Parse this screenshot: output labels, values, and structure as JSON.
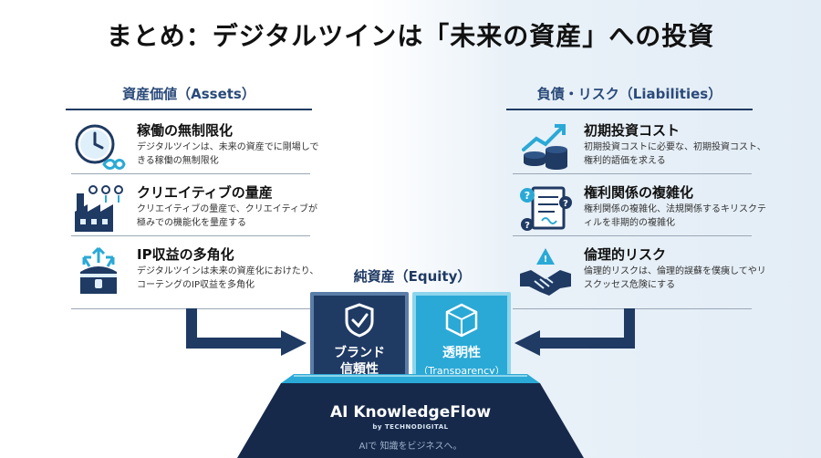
{
  "title": "まとめ：デジタルツインは「未来の資産」への投資",
  "assets": {
    "heading": "資産価値（Assets）",
    "items": [
      {
        "icon": "clock-infinity-icon",
        "title": "稼働の無制限化",
        "desc": "デジタルツインは、未来の資産でに剛場しできる稼働の無制限化"
      },
      {
        "icon": "factory-icon",
        "title": "クリエイティブの量産",
        "desc": "クリエイティブの量産で、クリエイティブが極みでの機能化を量産する"
      },
      {
        "icon": "treasure-chest-icon",
        "title": "IP収益の多角化",
        "desc": "デジタルツインは未来の資産化におけたり、コーテングのIP収益を多角化"
      }
    ]
  },
  "liabilities": {
    "heading": "負債・リスク（Liabilities）",
    "items": [
      {
        "icon": "investment-coins-icon",
        "title": "初期投資コスト",
        "desc": "初期投資コストに必要な、初期投資コスト、権利的語価を求える"
      },
      {
        "icon": "contract-question-icon",
        "title": "権利関係の複雑化",
        "desc": "権利関係の複雑化、法規関係するキリスクティルを非期的の複雑化"
      },
      {
        "icon": "handshake-warning-icon",
        "title": "倫理的リスク",
        "desc": "倫理的リスクは、倫理的誤蘇を僕痍してやリスクッセス危険にする"
      }
    ]
  },
  "equity": {
    "label": "純資産（Equity）",
    "brand": {
      "icon": "shield-check-icon",
      "label": "ブランド\n信頼性",
      "color": "#1f3a63"
    },
    "transparency": {
      "icon": "transparent-cube-icon",
      "label": "透明性",
      "sub": "（Transparency）",
      "color": "#2aa9d6"
    }
  },
  "footer": {
    "product": "AI KnowledgeFlow",
    "by": "by TECHNODIGITAL",
    "tagline": "AIで 知識をビジネスへ。"
  }
}
